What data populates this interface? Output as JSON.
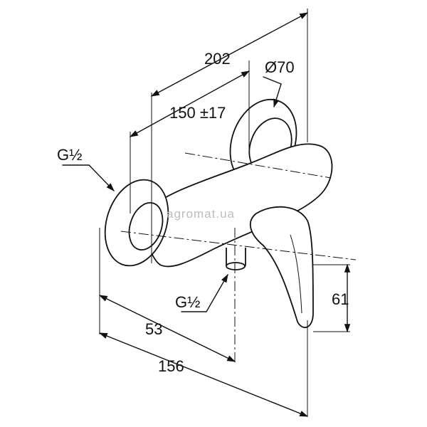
{
  "dimensions": {
    "total_width": "202",
    "rosette_diameter": "Ø70",
    "centre_distance": "150 ±17",
    "inlet_thread": "G½",
    "outlet_thread": "G½",
    "lever_height": "61",
    "outlet_offset": "53",
    "depth": "156"
  },
  "watermark": "agromat.ua"
}
